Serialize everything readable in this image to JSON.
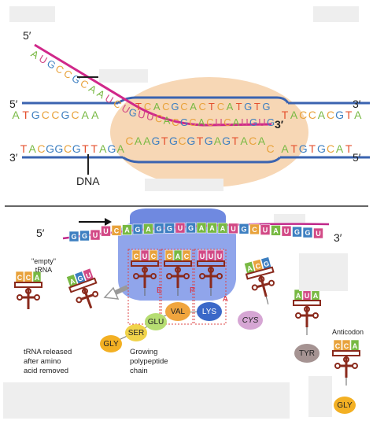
{
  "top": {
    "primes": {
      "five": "5′",
      "three": "3′"
    },
    "rna_strand": "AUGCCGCAAUCUGUUCACGCACUCAUGUG",
    "dna_template": "TACGGCGTTAGACAAGTGCGTGAGTACAC",
    "dna_template_tail": "ATGTGCAT",
    "dna_coding_left": "ATGCCGCAA",
    "dna_coding_mid": "TCACGCACTCATGTG",
    "dna_coding_right": "TACCACGTA",
    "dna_label": "DNA"
  },
  "bottom": {
    "mrna": "GGUUCAGAGGUGAAAUGCUAUGGU",
    "primes": {
      "five": "5′",
      "three": "3′"
    },
    "sites": [
      "E",
      "P",
      "A"
    ],
    "codons_on_ribosome": [
      "CUC",
      "CAC",
      "UUU"
    ],
    "empty_trna_label": [
      "\"empty\"",
      "tRNA"
    ],
    "released_label": [
      "tRNA released",
      "after amino",
      "acid removed"
    ],
    "growing_label": [
      "Growing",
      "polypeptide",
      "chain"
    ],
    "anticodon_label": "Anticodon",
    "left_trna_1": "CCA",
    "left_trna_2": "AGU",
    "cys_anticodon": "ACG",
    "tyr_anticodon": "AUA",
    "gly_anticodon": "CCA",
    "amino_acids": {
      "gly": "GLY",
      "ser": "SER",
      "glu": "GLU",
      "val": "VAL",
      "lys": "LYS",
      "cys": "CYS",
      "tyr": "TYR",
      "gly2": "GLY"
    }
  },
  "colors": {
    "A": "#78b943",
    "U": "#d24a86",
    "C": "#e8a23b",
    "G": "#3d7fc1",
    "T": "#e4502e",
    "dna": "#3a63b0",
    "rna": "#d0288a",
    "bubble": "#f7d7b5",
    "ribosome": "#7c95e8",
    "trna": "#8a2a1c"
  }
}
